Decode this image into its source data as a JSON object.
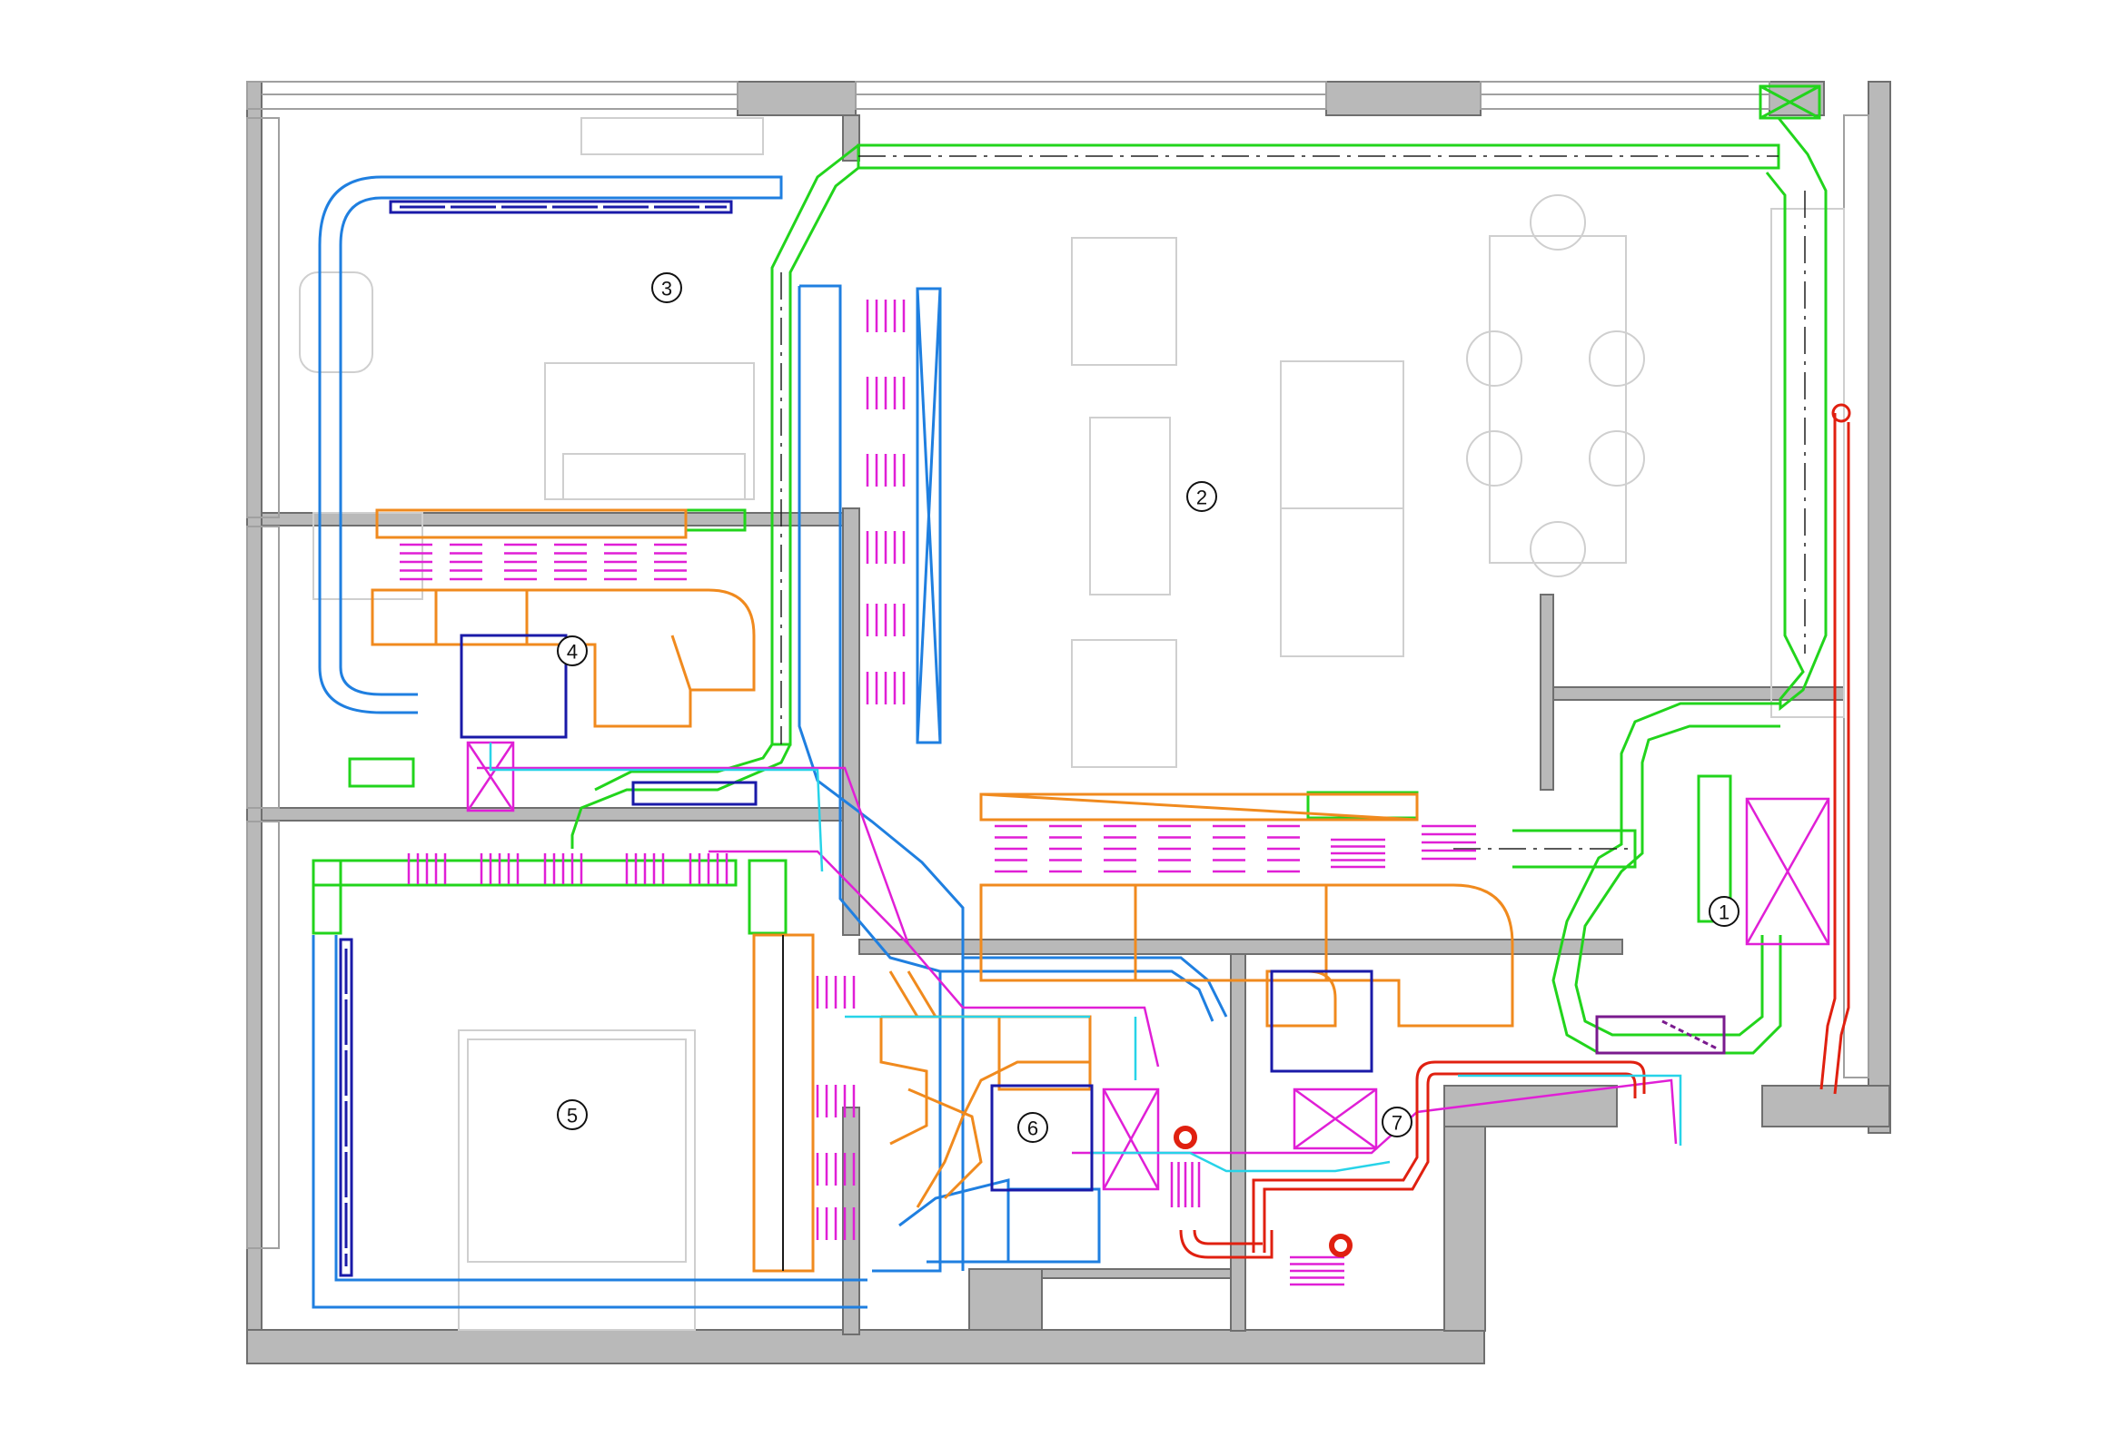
{
  "colors": {
    "wall": "#b9b9b9",
    "wall_edge": "#7a7a7a",
    "furniture": "#cfcfcf",
    "supply_green": "#22d41c",
    "supply_blue": "#1f7fe0",
    "exhaust_orange": "#f08a1e",
    "diffuser_magenta": "#e01fd6",
    "pipe_red": "#e02010",
    "pipe_cyan": "#27d3e8",
    "unit_navy": "#1a1aa8",
    "unit_purple": "#7a1a8e",
    "dark": "#222222"
  },
  "room_labels": [
    "1",
    "2",
    "3",
    "4",
    "5",
    "6",
    "7"
  ],
  "icons": [
    "circle-label-icon",
    "diffuser-grille-icon",
    "damper-icon",
    "fan-icon"
  ]
}
